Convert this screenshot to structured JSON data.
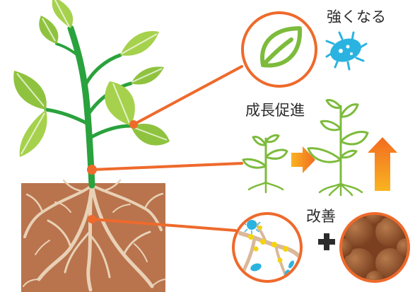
{
  "labels": {
    "strengthen": "強くなる",
    "growth": "成長促進",
    "improve": "改善"
  },
  "icons": {
    "leaf_callout": "leaf-icon",
    "microbe": "bacteria-icon",
    "seedling_small": "small-seedling-icon",
    "seedling_large": "large-seedling-icon",
    "arrow_right": "right-arrow-icon",
    "arrow_up": "up-arrow-icon",
    "root_microbes": "root-microbes-icon",
    "plus": "plus-icon",
    "soil_particles": "soil-aggregate-icon"
  },
  "colors": {
    "leader_line": "#ee6a2c",
    "leaf_light": "#a6d14d",
    "leaf_mid": "#7dbb3c",
    "stem": "#2aa23d",
    "soil": "#b9744d",
    "root": "#e8d0b4",
    "microbe": "#2ab3e0",
    "arrow_start": "#f7a51d",
    "arrow_end": "#f26b21",
    "particle": "#8a4e2a"
  }
}
